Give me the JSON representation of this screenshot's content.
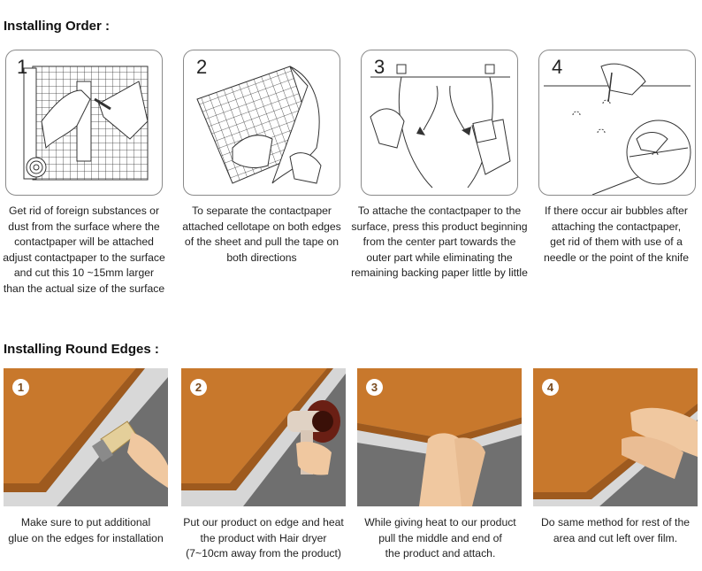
{
  "install_order": {
    "heading": "Installing Order :",
    "steps": [
      {
        "number": "1",
        "lines": [
          "Get rid of foreign substances or",
          "dust from the surface where the",
          "contactpaper will be attached",
          "adjust contactpaper to the surface",
          "and cut this 10 ~15mm larger",
          "than the actual size of the surface"
        ]
      },
      {
        "number": "2",
        "lines": [
          "To separate the contactpaper",
          "attached cellotape on both edges",
          "of the sheet and pull the tape on",
          "both directions"
        ]
      },
      {
        "number": "3",
        "lines": [
          "To attache the contactpaper to the",
          "surface, press this product beginning",
          "from the center part towards the",
          "outer part while eliminating the",
          "remaining backing paper little by little"
        ]
      },
      {
        "number": "4",
        "lines": [
          "If there occur air bubbles after",
          "attaching the contactpaper,",
          "get rid of them with use of a",
          "needle or the point of the knife"
        ]
      }
    ]
  },
  "round_edges": {
    "heading": "Installing Round Edges :",
    "steps": [
      {
        "number": "1",
        "lines": [
          "Make sure to put additional",
          "glue on the edges for installation"
        ]
      },
      {
        "number": "2",
        "lines": [
          "Put our product on edge and heat",
          "the product with Hair dryer",
          "(7~10cm away from the product)"
        ]
      },
      {
        "number": "3",
        "lines": [
          "While giving heat to our product",
          "pull the middle and end of",
          "the product and attach."
        ]
      },
      {
        "number": "4",
        "lines": [
          "Do same method for rest of the",
          "area and cut left over film."
        ]
      }
    ]
  },
  "colors": {
    "wood": "#c8782c",
    "wood_dark": "#8e4a16",
    "grey": "#7a7a7a",
    "panel_border": "#8a8a8a"
  }
}
